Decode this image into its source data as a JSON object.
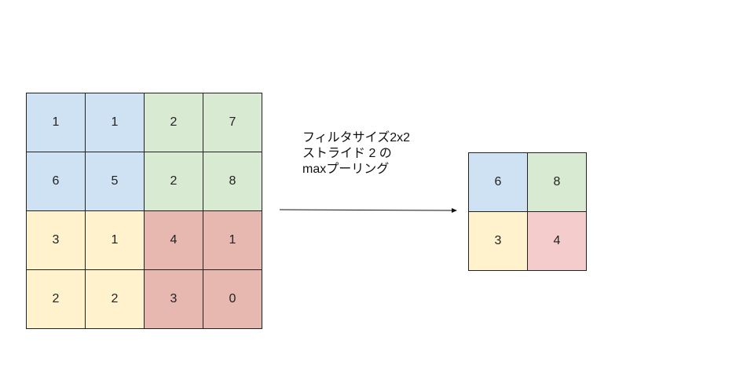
{
  "colors": {
    "blue": "#cfe2f3",
    "green": "#d9ead3",
    "yellow": "#fff2cc",
    "red": "#e6b8af",
    "pink": "#f4cccc",
    "border": "#222222"
  },
  "input_grid": {
    "rows": [
      [
        {
          "value": "1",
          "color": "blue"
        },
        {
          "value": "1",
          "color": "blue"
        },
        {
          "value": "2",
          "color": "green"
        },
        {
          "value": "7",
          "color": "green"
        }
      ],
      [
        {
          "value": "6",
          "color": "blue"
        },
        {
          "value": "5",
          "color": "blue"
        },
        {
          "value": "2",
          "color": "green"
        },
        {
          "value": "8",
          "color": "green"
        }
      ],
      [
        {
          "value": "3",
          "color": "yellow"
        },
        {
          "value": "1",
          "color": "yellow"
        },
        {
          "value": "4",
          "color": "red"
        },
        {
          "value": "1",
          "color": "red"
        }
      ],
      [
        {
          "value": "2",
          "color": "yellow"
        },
        {
          "value": "2",
          "color": "yellow"
        },
        {
          "value": "3",
          "color": "red"
        },
        {
          "value": "0",
          "color": "red"
        }
      ]
    ]
  },
  "output_grid": {
    "rows": [
      [
        {
          "value": "6",
          "color": "blue"
        },
        {
          "value": "8",
          "color": "green"
        }
      ],
      [
        {
          "value": "3",
          "color": "yellow"
        },
        {
          "value": "4",
          "color": "pink"
        }
      ]
    ]
  },
  "caption": {
    "line1": "フィルタサイズ2x2",
    "line2": "ストライド 2 の",
    "line3": "maxプーリング"
  }
}
